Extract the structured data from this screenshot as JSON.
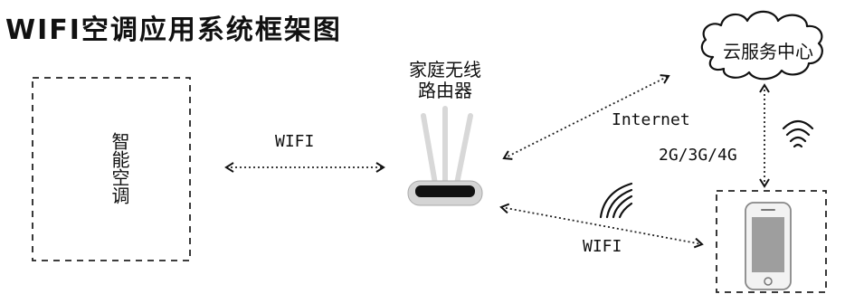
{
  "title": "WIFI空调应用系统框架图",
  "nodes": {
    "ac": {
      "label": "智能空调"
    },
    "router": {
      "label_line1": "家庭无线",
      "label_line2": "路由器"
    },
    "cloud": {
      "label": "云服务中心"
    },
    "phone": {
      "label": ""
    }
  },
  "links": {
    "ac_router": "WIFI",
    "router_cloud": "Internet",
    "phone_cloud": "2G/3G/4G",
    "router_phone": "WIFI"
  },
  "icons": [
    "wifi-signal-icon",
    "router-icon",
    "smartphone-icon",
    "cloud-icon"
  ]
}
